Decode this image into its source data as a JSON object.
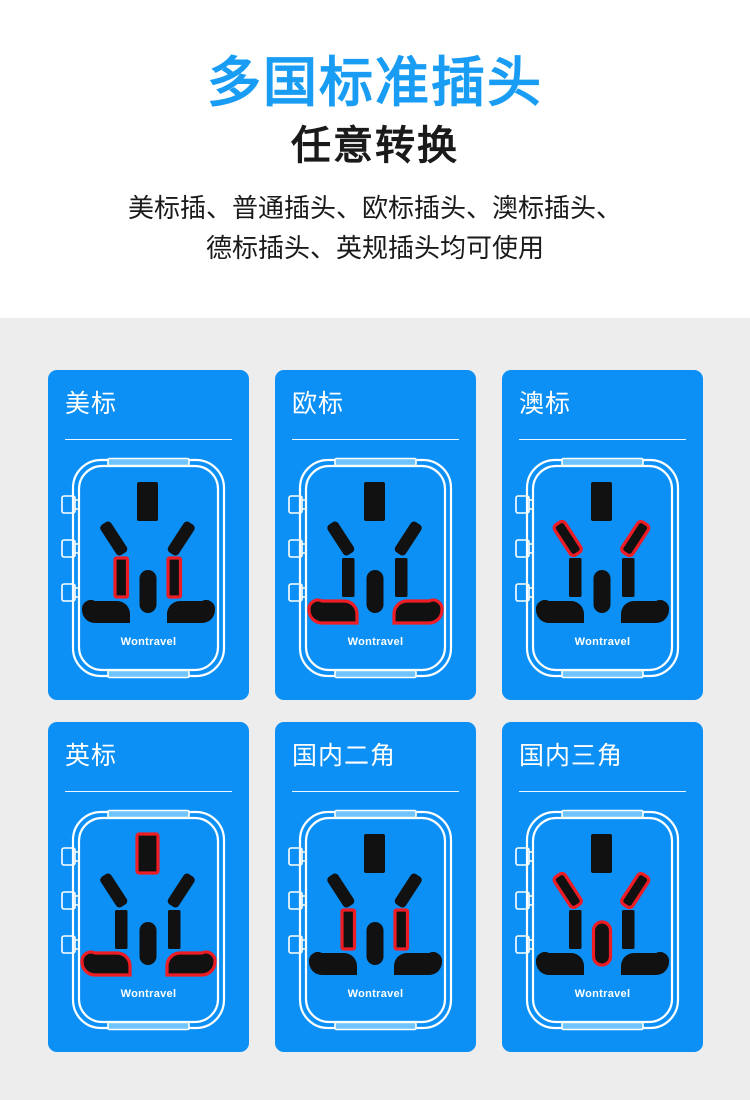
{
  "header": {
    "title": "多国标准插头",
    "subtitle": "任意转换",
    "desc_line1": "美标插、普通插头、欧标插头、澳标插头、",
    "desc_line2": "德标插头、英规插头均可使用"
  },
  "colors": {
    "title_blue": "#199df4",
    "card_blue": "#0d90f5",
    "page_gray": "#ededed",
    "page_white": "#ffffff",
    "highlight_red": "#ee1c25",
    "pin_black": "#111111",
    "frame_white": "#ffffff"
  },
  "brand": "Wontravel",
  "cards": [
    {
      "title": "美标",
      "brand": "Wontravel",
      "highlight": [
        "slot-left-vertical",
        "slot-right-vertical"
      ]
    },
    {
      "title": "欧标",
      "brand": "Wontravel",
      "highlight": [
        "slot-bottom-left",
        "slot-bottom-right"
      ]
    },
    {
      "title": "澳标",
      "brand": "Wontravel",
      "highlight": [
        "slot-diagonal-left",
        "slot-diagonal-right"
      ]
    },
    {
      "title": "英标",
      "brand": "Wontravel",
      "highlight": [
        "slot-top",
        "slot-bottom-left",
        "slot-bottom-right"
      ]
    },
    {
      "title": "国内二角",
      "brand": "Wontravel",
      "highlight": [
        "slot-left-vertical",
        "slot-right-vertical"
      ]
    },
    {
      "title": "国内三角",
      "brand": "Wontravel",
      "highlight": [
        "slot-diagonal-left",
        "slot-diagonal-right",
        "slot-center-oval"
      ]
    }
  ]
}
